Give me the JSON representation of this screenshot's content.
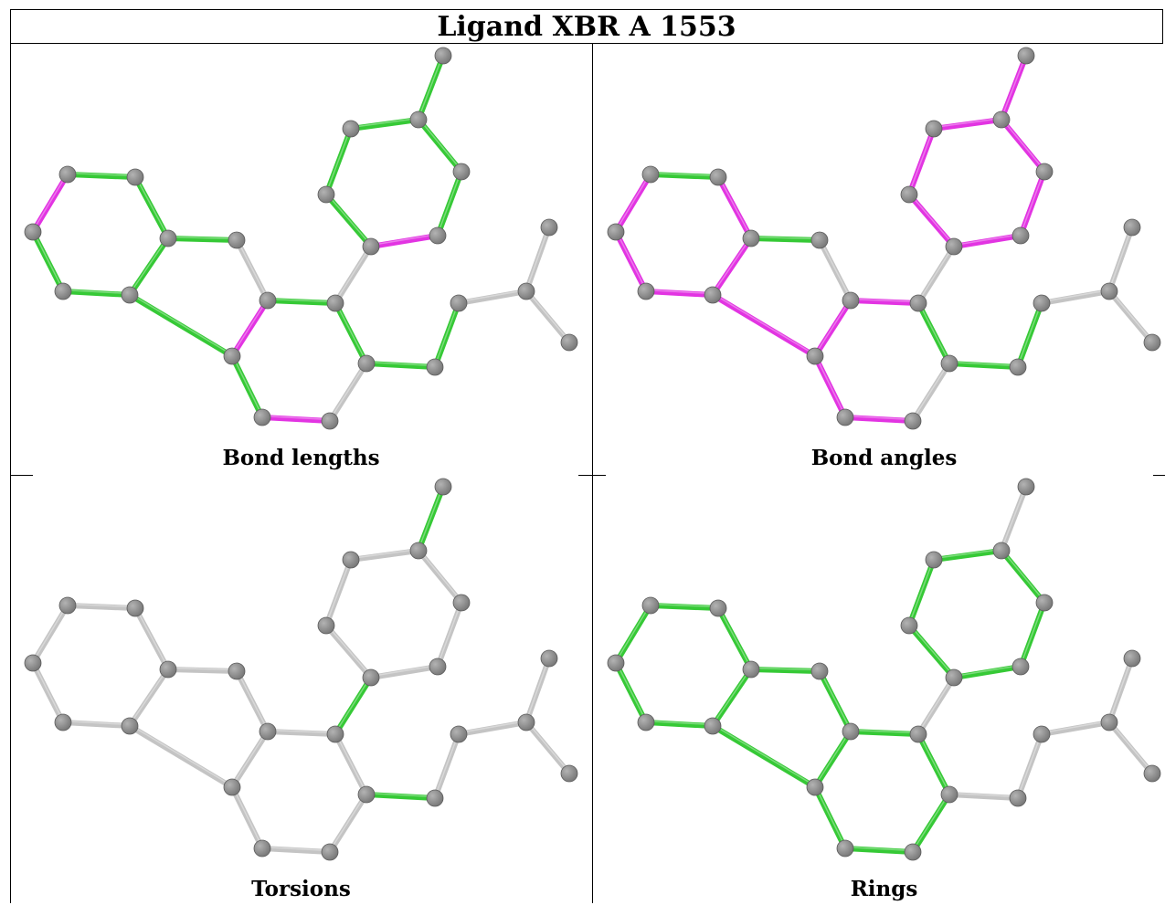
{
  "title": "Ligand XBR A 1553",
  "colors": {
    "green": "#36c936",
    "magenta": "#e234e2",
    "grey": "#c4c4c4",
    "atom": "#7a7a7a",
    "atom_light": "#b3b3b3"
  },
  "panels": [
    {
      "caption": "Bond lengths",
      "bond_colors": [
        "g",
        "g",
        "g",
        "g",
        "g",
        "m",
        "g",
        "g",
        "w",
        "g",
        "g",
        "w",
        "m",
        "g",
        "w",
        "m",
        "g",
        "g",
        "g",
        "g",
        "g",
        "m",
        "g",
        "g",
        "g",
        "w",
        "w",
        "w"
      ]
    },
    {
      "caption": "Bond angles",
      "bond_colors": [
        "g",
        "m",
        "m",
        "m",
        "m",
        "m",
        "g",
        "m",
        "w",
        "m",
        "g",
        "w",
        "m",
        "m",
        "w",
        "m",
        "m",
        "m",
        "m",
        "m",
        "m",
        "m",
        "m",
        "g",
        "g",
        "w",
        "w",
        "w"
      ]
    },
    {
      "caption": "Torsions",
      "bond_colors": [
        "w",
        "w",
        "w",
        "w",
        "w",
        "w",
        "w",
        "w",
        "w",
        "w",
        "w",
        "w",
        "w",
        "w",
        "g",
        "w",
        "w",
        "w",
        "w",
        "w",
        "w",
        "w",
        "g",
        "g",
        "w",
        "w",
        "w",
        "w"
      ]
    },
    {
      "caption": "Rings",
      "bond_colors": [
        "g",
        "g",
        "g",
        "g",
        "g",
        "g",
        "g",
        "g",
        "g",
        "g",
        "g",
        "g",
        "g",
        "g",
        "w",
        "g",
        "g",
        "g",
        "g",
        "g",
        "g",
        "g",
        "w",
        "w",
        "w",
        "w",
        "w",
        "w"
      ]
    }
  ]
}
